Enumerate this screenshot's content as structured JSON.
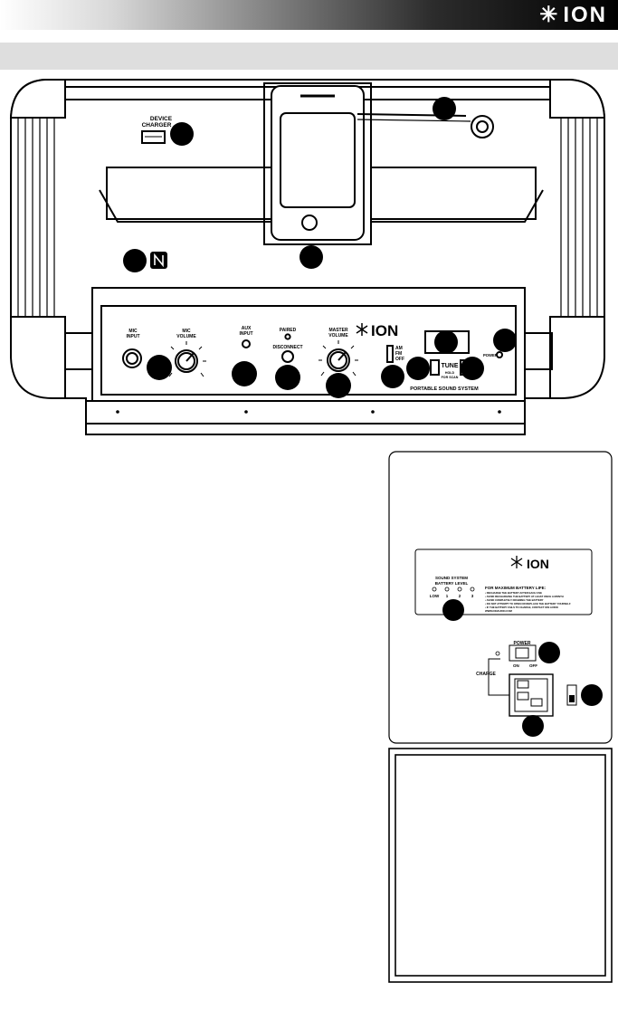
{
  "header": {
    "brand": "ION"
  },
  "device": {
    "device_charger_line1": "DEVICE",
    "device_charger_line2": "CHARGER",
    "mic_input_line1": "MIC",
    "mic_input_line2": "INPUT",
    "mic_volume_line1": "MIC",
    "mic_volume_line2": "VOLUME",
    "aux_input_line1": "AUX",
    "aux_input_line2": "INPUT",
    "paired": "PAIRED",
    "disconnect": "DISCONNECT",
    "master_volume_line1": "MASTER",
    "master_volume_line2": "VOLUME",
    "brand": "ION",
    "band_am": "AM",
    "band_fm": "FM",
    "band_off": "OFF",
    "tune": "TUNE",
    "hold_line1": "HOLD",
    "hold_line2": "FOR SCAN",
    "power": "POWER",
    "product_name": "PORTABLE SOUND SYSTEM"
  },
  "rear_panel": {
    "brand": "ION",
    "battery_label_line1": "SOUND SYSTEM",
    "battery_label_line2": "BATTERY LEVEL",
    "level_labels": [
      "LOW",
      "1",
      "2",
      "3"
    ],
    "tips_title": "FOR MAXIMUM BATTERY LIFE:",
    "tips": [
      "• RECHARGE THE BATTERY AFTER EACH USE",
      "• AVOID RECHARGING THE BATTERY AT LEAST ONCE A MONTH",
      "• AVOID COMPLETELY DRAINING THE BATTERY",
      "• DO NOT ATTEMPT TO OPEN OR REPLACE THE BATTERY YOURSELF",
      "• IF THE BATTERY FAILS TO CHARGE, CONTACT ION AUDIO",
      "  WWW.IONAUDIO.COM"
    ],
    "power": "POWER",
    "on": "ON",
    "off": "OFF",
    "charge": "CHARGE"
  }
}
